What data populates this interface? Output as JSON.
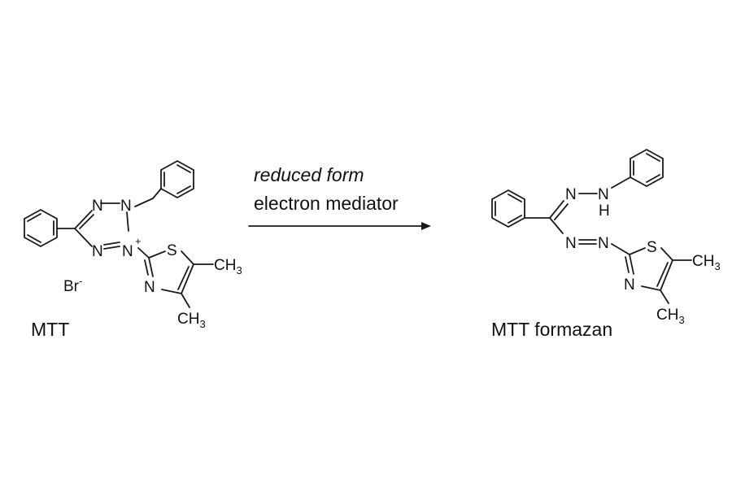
{
  "reactant": {
    "name": "MTT",
    "counterion": {
      "symbol": "Br",
      "charge": "-"
    },
    "atoms": {
      "n1": "N",
      "n2": "N",
      "n3": "N",
      "n4": "N",
      "n4_charge": "+",
      "s": "S",
      "n_thiazole": "N",
      "ch3_a": "CH",
      "ch3_a_sub": "3",
      "ch3_b": "CH",
      "ch3_b_sub": "3"
    }
  },
  "arrow": {
    "line1": "reduced form",
    "line2": "electron mediator"
  },
  "product": {
    "name": "MTT formazan",
    "atoms": {
      "n_top_left": "N",
      "n_top_right": "N",
      "h": "H",
      "n_mid_left": "N",
      "n_mid_right": "N",
      "s": "S",
      "n_thiazole": "N",
      "ch3_a": "CH",
      "ch3_a_sub": "3",
      "ch3_b": "CH",
      "ch3_b_sub": "3"
    }
  }
}
